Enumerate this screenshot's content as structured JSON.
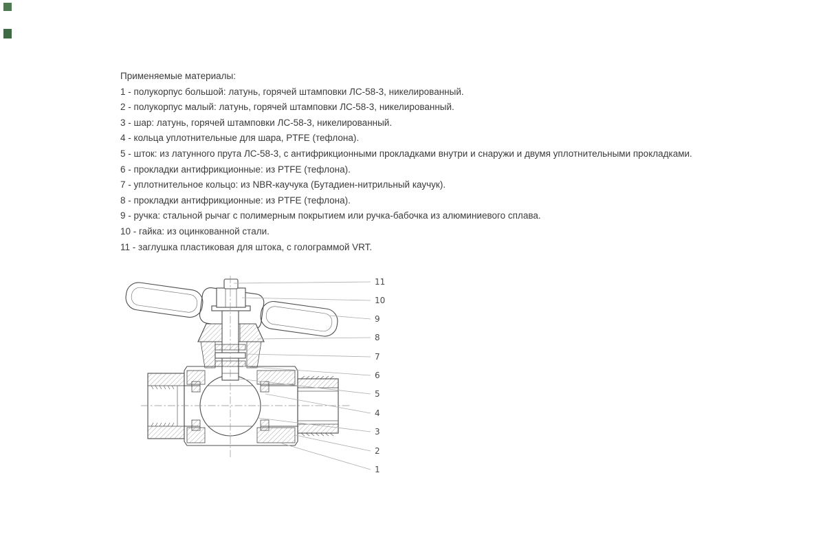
{
  "materials": {
    "title": "Применяемые материалы:",
    "items": [
      "1 - полукорпус большой: латунь, горячей штамповки ЛС-58-3, никелированный.",
      "2 - полукорпус малый: латунь, горячей штамповки ЛС-58-3, никелированный.",
      "3 - шар: латунь, горячей штамповки ЛС-58-3, никелированный.",
      "4 - кольца уплотнительные для шара, PTFE (тефлона).",
      "5 - шток: из латунного прута ЛС-58-3, с антифрикционными прокладками внутри и снаружи и двумя уплотнительными прокладками.",
      "6 - прокладки антифрикционные: из PTFE (тефлона).",
      "7 - уплотнительное кольцо: из NBR-каучука (Бутадиен-нитрильный каучук).",
      "8 - прокладки антифрикционные: из PTFE (тефлона).",
      "9 - ручка: стальной рычаг с полимерным покрытием или ручка-бабочка из алюминиевого сплава.",
      "10 - гайка: из оцинкованной стали.",
      "11 - заглушка пластиковая для штока, с голограммой VRT."
    ]
  },
  "drawing": {
    "callouts": [
      "11",
      "10",
      "9",
      "8",
      "7",
      "6",
      "5",
      "4",
      "3",
      "2",
      "1"
    ]
  },
  "colors": {
    "ink": "#4c4c4c",
    "leader": "#adadad",
    "text": "#3b3b3b"
  },
  "decor": {
    "badge_color_top": "#4e7a52",
    "badge_color_bottom": "#3e6b44"
  }
}
